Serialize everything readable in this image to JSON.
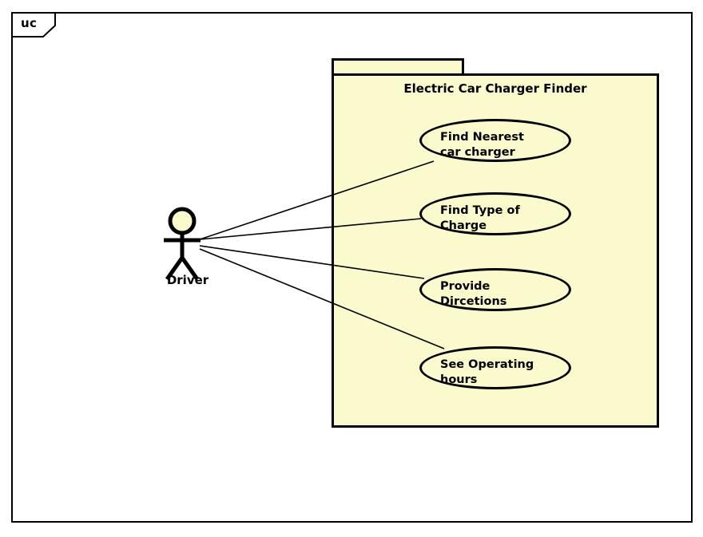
{
  "diagram": {
    "frame_label": "uc",
    "kind": "use-case-diagram",
    "colors": {
      "package_fill": "#FAFACD",
      "actor_head_fill": "#FAFACD",
      "stroke": "#000000",
      "background": "#FFFFFF"
    }
  },
  "package": {
    "title": "Electric Car Charger Finder"
  },
  "actor": {
    "label": "Driver"
  },
  "use_cases": [
    {
      "label": "Find Nearest\ncar charger"
    },
    {
      "label": "Find Type of\nCharge"
    },
    {
      "label": "Provide\nDircetions"
    },
    {
      "label": "See Operating\nhours"
    }
  ],
  "associations": [
    {
      "from": "Driver",
      "to": "Find Nearest car charger"
    },
    {
      "from": "Driver",
      "to": "Find Type of Charge"
    },
    {
      "from": "Driver",
      "to": "Provide Dircetions"
    },
    {
      "from": "Driver",
      "to": "See Operating hours"
    }
  ]
}
